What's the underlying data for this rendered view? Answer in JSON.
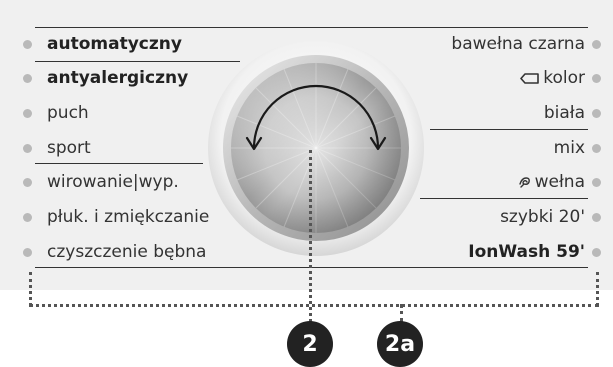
{
  "programs_left": [
    {
      "label": "automatyczny",
      "bold": true
    },
    {
      "label": "antyalergiczny",
      "bold": true
    },
    {
      "label": "puch",
      "bold": false
    },
    {
      "label": "sport",
      "bold": false
    },
    {
      "label": "wirowanie|wyp.",
      "bold": false
    },
    {
      "label": "płuk. i zmiękczanie",
      "bold": false
    },
    {
      "label": "czyszczenie bębna",
      "bold": false
    }
  ],
  "programs_right": [
    {
      "label": "bawełna czarna",
      "bold": false,
      "icon": ""
    },
    {
      "label": "kolor",
      "bold": false,
      "icon": "color-tag-icon"
    },
    {
      "label": "biała",
      "bold": false,
      "icon": ""
    },
    {
      "label": "mix",
      "bold": false,
      "icon": ""
    },
    {
      "label": "wełna",
      "bold": false,
      "icon": "wool-icon"
    },
    {
      "label": "szybki 20'",
      "bold": false,
      "icon": ""
    },
    {
      "label": "IonWash 59'",
      "bold": true,
      "icon": ""
    }
  ],
  "badges": {
    "knob": "2",
    "program_ring": "2a"
  },
  "colors": {
    "panel_background": "#f0f0f0",
    "indicator_dot": "#b9b9b9",
    "badge": "#222222"
  }
}
